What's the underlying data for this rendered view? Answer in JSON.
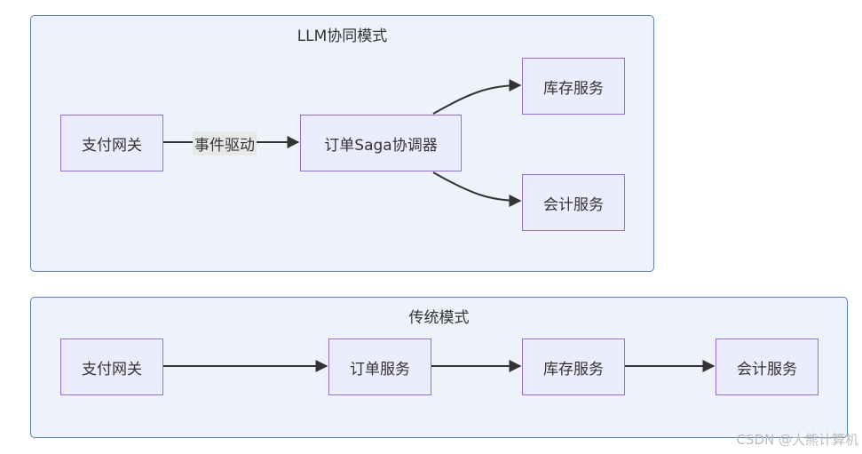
{
  "llm_mode": {
    "title": "LLM协同模式",
    "payment_gateway": "支付网关",
    "edge_label": "事件驱动",
    "saga_coordinator": "订单Saga协调器",
    "inventory_service": "库存服务",
    "accounting_service": "会计服务"
  },
  "traditional_mode": {
    "title": "传统模式",
    "payment_gateway": "支付网关",
    "order_service": "订单服务",
    "inventory_service": "库存服务",
    "accounting_service": "会计服务"
  },
  "watermark": "CSDN @大熊计算机",
  "colors": {
    "cluster_fill": "#eef3fb",
    "cluster_border": "#5b7fb5",
    "node_fill": "#ececff",
    "node_border": "#9370db",
    "edge": "#333333"
  }
}
